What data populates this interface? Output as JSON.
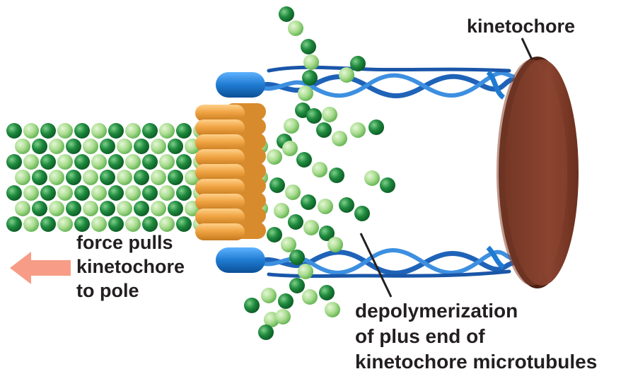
{
  "labels": {
    "kinetochore": "kinetochore",
    "force": [
      "force pulls",
      "kinetochore",
      "to pole"
    ],
    "depolymerization": [
      "depolymerization",
      "of plus end of",
      "kinetochore microtubules"
    ]
  },
  "colors": {
    "tubulin_light": "#9fd68a",
    "tubulin_dark": "#1f8a3e",
    "ring": "#f0a443",
    "fibril": "#1f63b8",
    "fibril_cap": "#1f7bd1",
    "kinetochore_plate": "#7a3a26",
    "arrow": "#f79c86"
  },
  "icons": {
    "arrow": "left-arrow-icon",
    "kinetochore": "kinetochore-disc-icon"
  }
}
